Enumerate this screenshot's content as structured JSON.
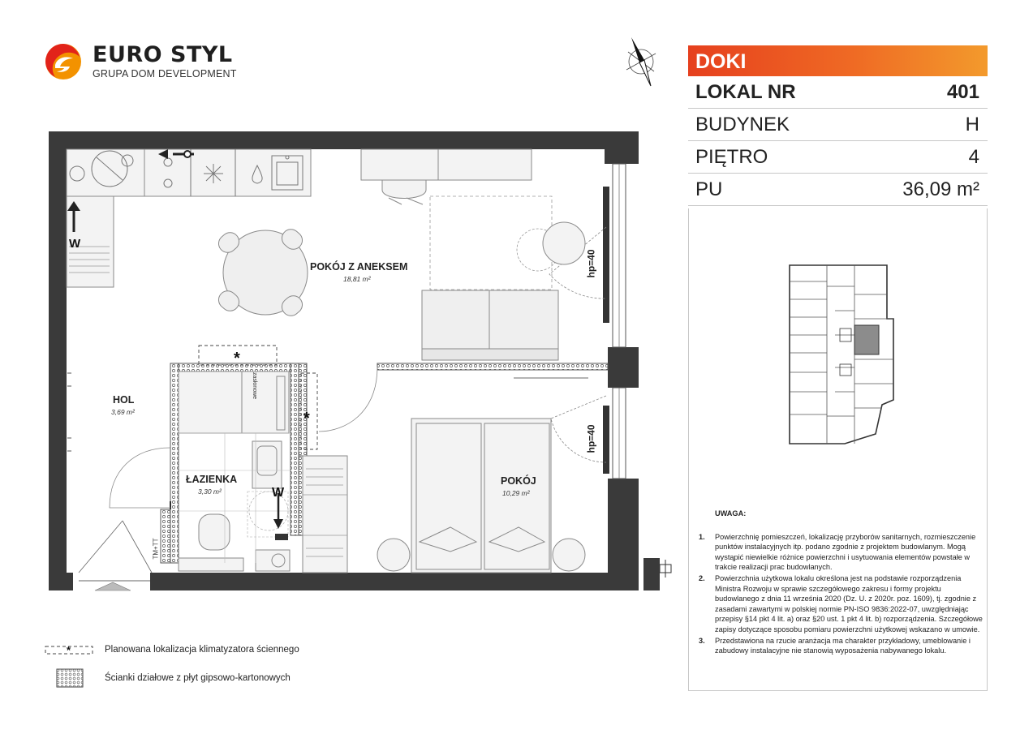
{
  "logo": {
    "name": "EURO STYL",
    "subtitle": "GRUPA DOM DEVELOPMENT",
    "colors": {
      "red": "#e2231a",
      "orange": "#f39200"
    }
  },
  "info_table": {
    "header": "DOKI",
    "rows": [
      {
        "label": "LOKAL NR",
        "value": "401"
      },
      {
        "label": "BUDYNEK",
        "value": "H"
      },
      {
        "label": "PIĘTRO",
        "value": "4"
      },
      {
        "label": "PU",
        "value": "36,09 m²"
      }
    ],
    "header_gradient": [
      "#e6401e",
      "#f39a2c"
    ]
  },
  "rooms": {
    "living": {
      "name": "POKÓJ Z ANEKSEM",
      "area": "18,81 m²"
    },
    "hall": {
      "name": "HOL",
      "area": "3,69 m²"
    },
    "bathroom": {
      "name": "ŁAZIENKA",
      "area": "3,30 m²"
    },
    "bedroom": {
      "name": "POKÓJ",
      "area": "10,29 m²"
    }
  },
  "plan_marks": {
    "window_height_1": "hp=40",
    "window_height_2": "hp=40",
    "w": "W",
    "ac": "*",
    "curtain": "zasłonowe",
    "tm": "TM+TT"
  },
  "legend": [
    {
      "symbol": "*",
      "text": "Planowana lokalizacja klimatyzatora ściennego"
    },
    {
      "symbol": "hatch",
      "text": "Ścianki działowe z płyt gipsowo-kartonowych"
    }
  ],
  "notes": {
    "title": "UWAGA:",
    "items": [
      {
        "num": "1.",
        "text": "Powierzchnię pomieszczeń, lokalizację przyborów sanitarnych, rozmieszczenie punktów instalacyjnych itp. podano zgodnie z projektem budowlanym. Mogą wystąpić niewielkie różnice powierzchni i usytuowania elementów powstałe w trakcie realizacji prac budowlanych."
      },
      {
        "num": "2.",
        "text": "Powierzchnia użytkowa lokalu określona jest na podstawie rozporządzenia Ministra Rozwoju w sprawie szczegółowego zakresu i formy projektu budowlanego z dnia 11 września 2020 (Dz. U. z 2020r. poz. 1609), tj. zgodnie z zasadami zawartymi w polskiej normie PN-ISO 9836:2022-07, uwzględniając przepisy §14 pkt 4 lit. a) oraz §20 ust. 1 pkt 4 lit. b) rozporządzenia. Szczegółowe zapisy dotyczące sposobu pomiaru powierzchni użytkowej wskazano w umowie."
      },
      {
        "num": "3.",
        "text": "Przedstawiona na rzucie aranżacja ma charakter przykładowy, umeblowanie i zabudowy instalacyjne nie stanowią wyposażenia nabywanego lokalu."
      }
    ]
  },
  "icons": [
    "compass-icon",
    "logo-mark-icon",
    "building-key-plan-icon"
  ],
  "colors": {
    "wall": "#3a3a3a",
    "furniture": "#9a9a9a",
    "highlight_apartment": "#8c8c8c"
  }
}
